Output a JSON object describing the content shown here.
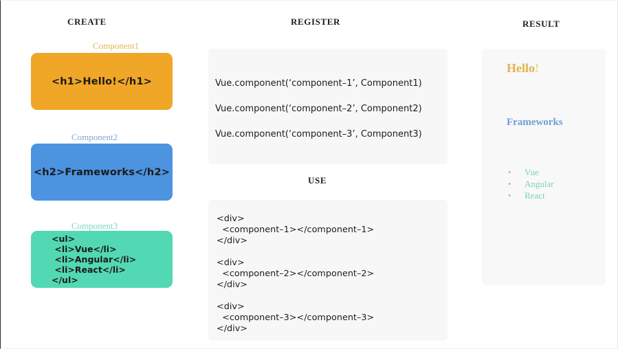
{
  "headings": {
    "create": "CREATE",
    "register": "REGISTER",
    "use": "USE",
    "result": "RESULT"
  },
  "colors": {
    "component1_box": "#f0a627",
    "component1_label": "#e8b451",
    "component2_box": "#4c93e0",
    "component2_label": "#7fa8d6",
    "component3_box": "#53d8b4",
    "component3_label": "#7bd8c1",
    "code_panel_bg": "#f7f7f7",
    "result_panel_bg": "#f8f8f8",
    "result_hello": "#e2b44f",
    "result_frameworks": "#6a9fd8",
    "result_list": "#7fd0bb"
  },
  "create": {
    "components": [
      {
        "label": "Component1",
        "code": "<h1>Hello!</h1>"
      },
      {
        "label": "Component2",
        "code": "<h2>Frameworks</h2>"
      },
      {
        "label": "Component3",
        "code": "<ul>\n <li>Vue</li>\n <li>Angular</li>\n <li>React</li>\n</ul>"
      }
    ]
  },
  "register": {
    "lines": [
      "Vue.component(‘component–1’, Component1)",
      "Vue.component(‘component–2’, Component2)",
      "Vue.component(‘component–3’, Component3)"
    ]
  },
  "use": {
    "blocks": [
      "<div>\n  <component–1></component–1>\n</div>",
      "<div>\n  <component–2></component–2>\n</div>",
      "<div>\n  <component–3></component–3>\n</div>"
    ]
  },
  "result": {
    "heading1": "Hello",
    "heading1_bang": "!",
    "heading2": "Frameworks",
    "list": [
      "Vue",
      "Angular",
      "React"
    ],
    "bullet_glyph": "•"
  }
}
